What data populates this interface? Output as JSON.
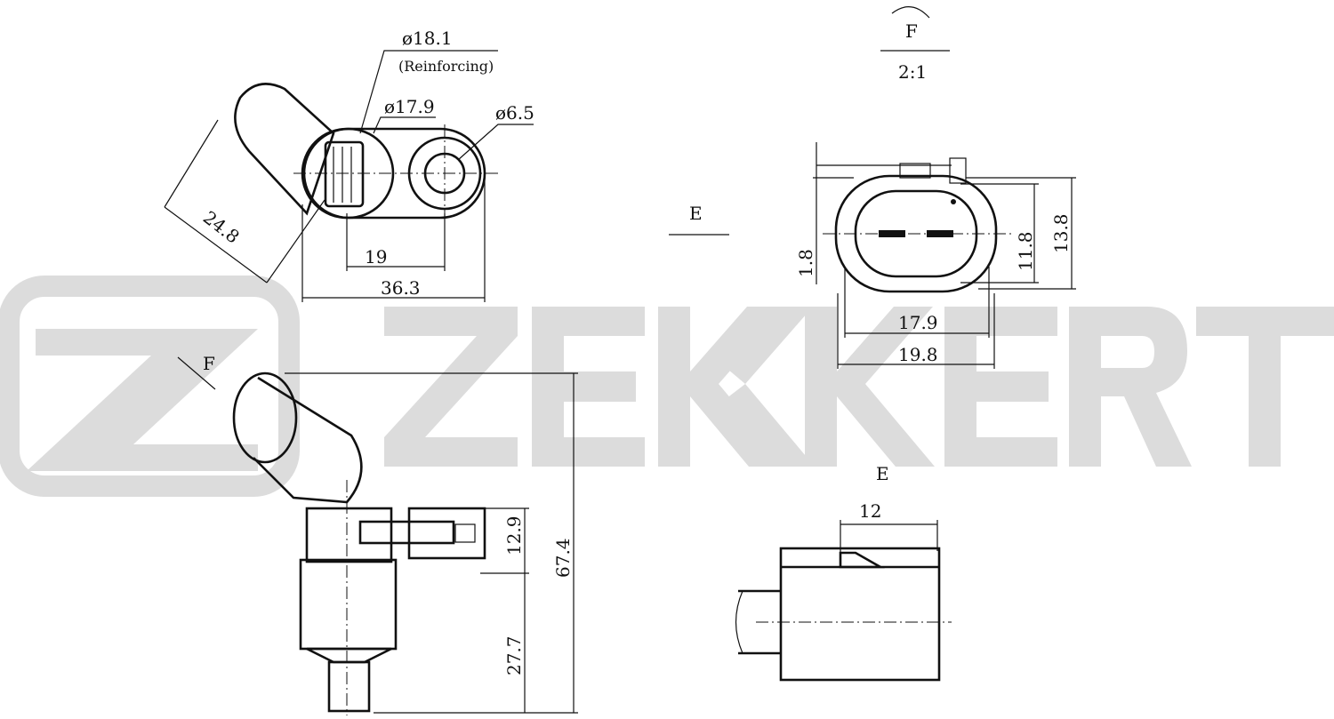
{
  "watermark": {
    "brand": "ZEKKERT",
    "color": "#d9d9d9"
  },
  "top_view": {
    "dia_reinforcing": "ø18.1",
    "reinforcing_note": "(Reinforcing)",
    "dia_body": "ø17.9",
    "dia_hole": "ø6.5",
    "dim_diagonal": "24.8",
    "dim_hole_offset": "19",
    "dim_length": "36.3"
  },
  "detail_f": {
    "label": "F",
    "scale": "2:1",
    "view_arrow": "E",
    "dim_tab": "1.8",
    "dim_inner_h": "11.8",
    "dim_outer_h": "13.8",
    "dim_inner_w": "17.9",
    "dim_outer_w": "19.8"
  },
  "side_view": {
    "view_arrow": "F",
    "dim_total": "67.4",
    "dim_bracket": "12.9",
    "dim_pin": "27.7"
  },
  "view_e": {
    "label": "E",
    "dim_width": "12"
  }
}
